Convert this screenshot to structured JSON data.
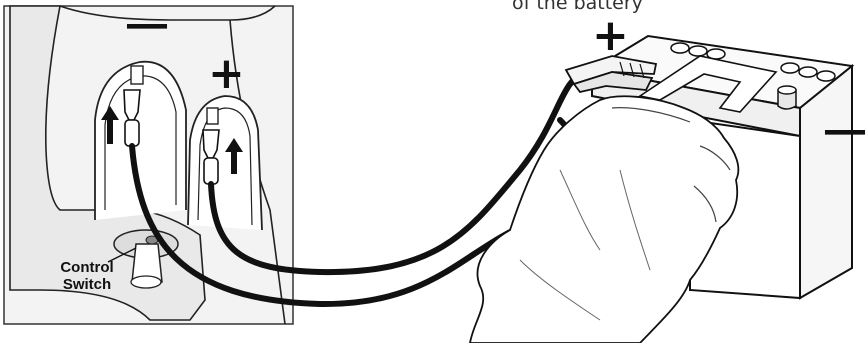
{
  "labels": {
    "caption": "of the battery",
    "motor_negative": "−",
    "motor_positive": "+",
    "battery_positive": "+",
    "battery_negative": "−",
    "control_switch_line1": "Control",
    "control_switch_line2": "Switch"
  }
}
